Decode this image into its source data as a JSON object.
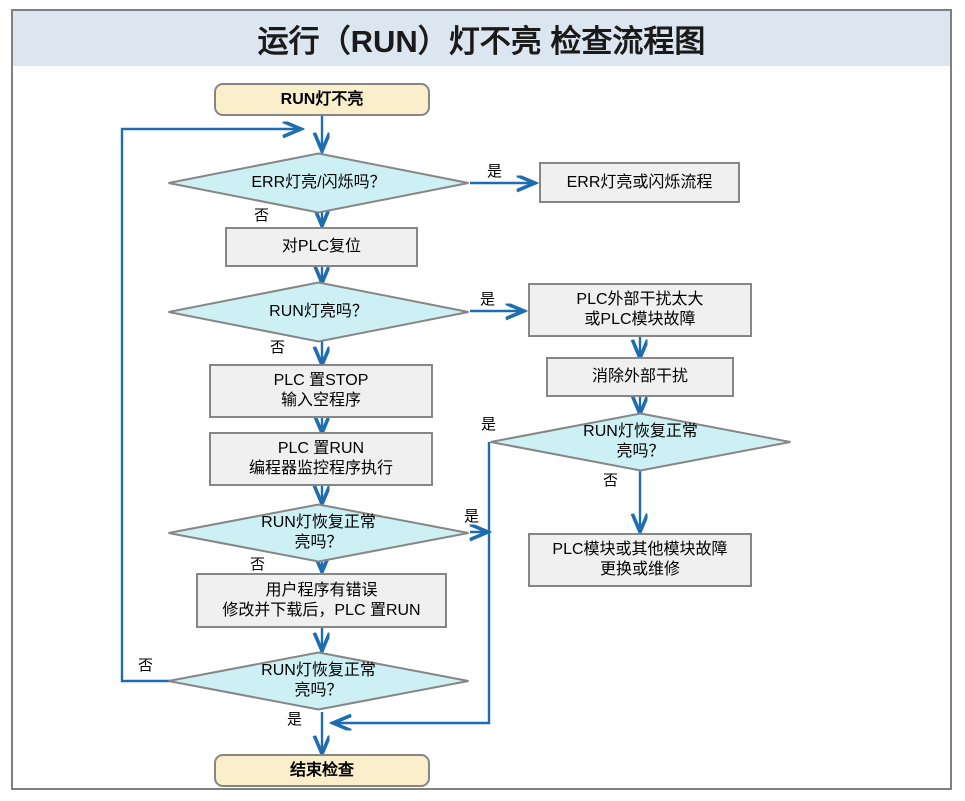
{
  "title": "运行（RUN）灯不亮 检查流程图",
  "colors": {
    "title_bar_bg": "#dce6f1",
    "frame_border": "#808080",
    "process_fill": "#f0f0f0",
    "process_border": "#868686",
    "decision_fill": "#cdf0f5",
    "decision_border": "#868686",
    "terminator_fill": "#fbeecb",
    "terminator_border": "#868686",
    "connector": "#1f6cb0",
    "text": "#000000"
  },
  "nodes": {
    "start": "RUN灯不亮",
    "d_err": "ERR灯亮/闪烁吗？",
    "p_err_flow": "ERR灯亮或闪烁流程",
    "p_reset": "对PLC复位",
    "d_run_on": "RUN灯亮吗？",
    "p_noise": "PLC外部干扰太大\n或PLC模块故障",
    "p_clear_noise": "消除外部干扰",
    "d_run_ok_right": "RUN灯恢复正常\n亮吗？",
    "p_module_fault": "PLC模块或其他模块故障\n更换或维修",
    "p_stop": "PLC 置STOP\n输入空程序",
    "p_run": "PLC 置RUN\n编程器监控程序执行",
    "d_run_ok_mid": "RUN灯恢复正常\n亮吗？",
    "p_user_prog": "用户程序有错误\n修改并下载后，PLC 置RUN",
    "d_run_ok_bottom": "RUN灯恢复正常\n亮吗？",
    "end": "结束检查"
  },
  "edge_labels": {
    "err_yes": "是",
    "err_no": "否",
    "run_on_yes": "是",
    "run_on_no": "否",
    "right_ok_yes": "是",
    "right_ok_no": "否",
    "mid_ok_yes": "是",
    "mid_ok_no": "否",
    "bottom_ok_yes": "是",
    "bottom_ok_no": "否"
  }
}
